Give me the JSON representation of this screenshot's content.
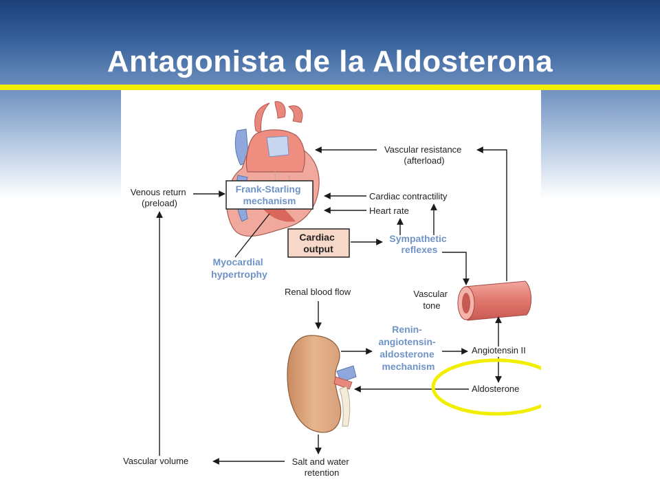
{
  "slide": {
    "title": "Antagonista de la Aldosterona"
  },
  "diagram": {
    "venous_return": [
      "Venous return",
      "(preload)"
    ],
    "frank_starling": [
      "Frank-Starling",
      "mechanism"
    ],
    "cardiac_output": [
      "Cardiac",
      "output"
    ],
    "vascular_resistance": [
      "Vascular resistance",
      "(afterload)"
    ],
    "cardiac_contractility": "Cardiac contractility",
    "heart_rate": "Heart rate",
    "sympathetic_reflexes": [
      "Sympathetic",
      "reflexes"
    ],
    "myocardial_hypertrophy": [
      "Myocardial",
      "hypertrophy"
    ],
    "renal_blood_flow": "Renal blood flow",
    "vascular_tone": [
      "Vascular",
      "tone"
    ],
    "renin_mechanism": [
      "Renin-",
      "angiotensin-",
      "aldosterone",
      "mechanism"
    ],
    "angiotensin": "Angiotensin II",
    "aldosterone": "Aldosterone",
    "vascular_volume": "Vascular volume",
    "salt_water": [
      "Salt and water",
      "retention"
    ]
  },
  "colors": {
    "title_bar_dark": "#1c3f78",
    "highlight_yellow": "#f2ee00",
    "mechanism_blue": "#6f93c6",
    "box_fill": "#f7d7c8",
    "vessel_red": "#e8837a",
    "kidney": "#d89a72"
  }
}
